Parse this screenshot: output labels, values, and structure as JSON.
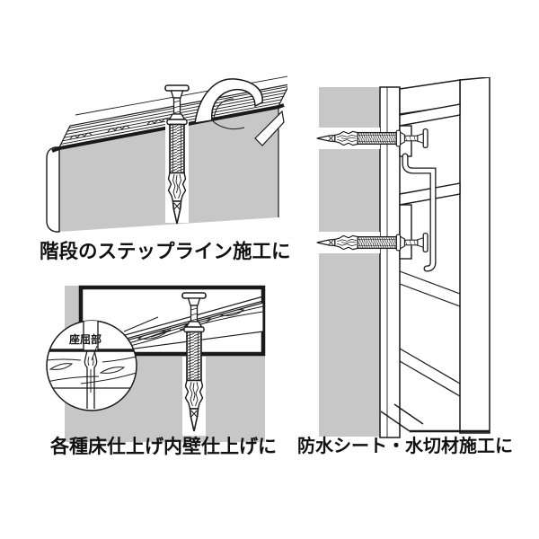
{
  "page": {
    "background": "#ffffff",
    "line_color": "#1a1a1a",
    "concrete_gray": "#c7c7c7"
  },
  "illustrations": {
    "stair": {
      "caption": "階段のステップライン施工に"
    },
    "floor": {
      "caption": "各種床仕上げ内壁仕上げに",
      "inset_label": "座屈部"
    },
    "flashing": {
      "caption": "防水シート・水切材施工に"
    }
  }
}
